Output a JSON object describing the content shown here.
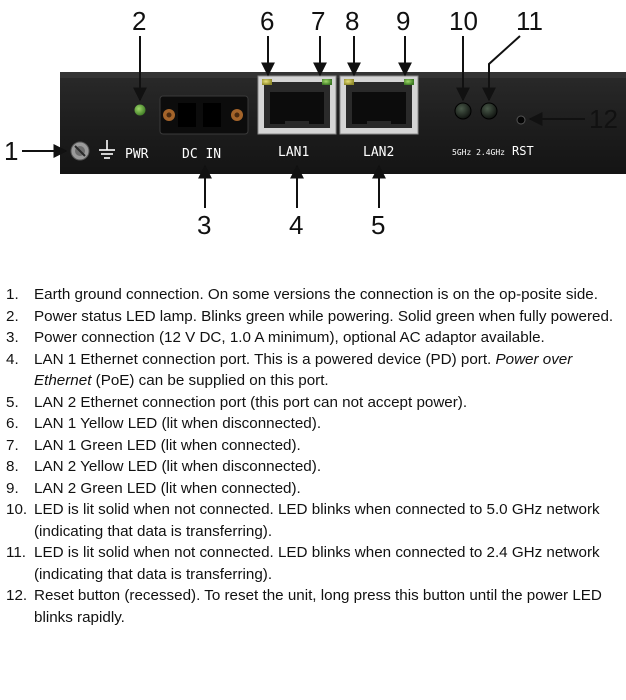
{
  "figure": {
    "callouts": [
      "1",
      "2",
      "3",
      "4",
      "5",
      "6",
      "7",
      "8",
      "9",
      "10",
      "11",
      "12"
    ],
    "labels": {
      "pwr": "PWR",
      "dc_in": "DC IN",
      "lan1": "LAN1",
      "lan2": "LAN2",
      "freq": "5GHz 2.4GHz",
      "rst": "RST"
    }
  },
  "legend": [
    {
      "num": "1.",
      "text": "Earth ground connection. On some versions the connection is on the op-posite side."
    },
    {
      "num": "2.",
      "text": "Power status LED lamp. Blinks green while powering. Solid green when fully powered."
    },
    {
      "num": "3.",
      "text": "Power connection (12 V DC, 1.0 A minimum), optional AC adaptor available."
    },
    {
      "num": "4.",
      "text": "LAN 1 Ethernet connection port. This is a powered device (PD) port.",
      "italic": "Power over Ethernet",
      "text_after": " (PoE) can be supplied on this port."
    },
    {
      "num": "5.",
      "text": "LAN 2 Ethernet connection port (this port can not accept power)."
    },
    {
      "num": "6.",
      "text": "LAN 1 Yellow LED (lit when disconnected)."
    },
    {
      "num": "7.",
      "text": "LAN 1 Green LED (lit when connected)."
    },
    {
      "num": "8.",
      "text": "LAN 2 Yellow LED (lit when disconnected)."
    },
    {
      "num": "9.",
      "text": "LAN 2 Green LED (lit when connected)."
    },
    {
      "num": "10.",
      "text": "LED is lit solid when not connected. LED blinks when connected to 5.0 GHz network (indicating that data is transferring)."
    },
    {
      "num": "11.",
      "text": "LED is lit solid when not connected. LED blinks when connected to 2.4 GHz network (indicating that data is transferring)."
    },
    {
      "num": "12.",
      "text": "Reset button (recessed). To reset the unit, long press this button until the power LED blinks rapidly."
    }
  ]
}
